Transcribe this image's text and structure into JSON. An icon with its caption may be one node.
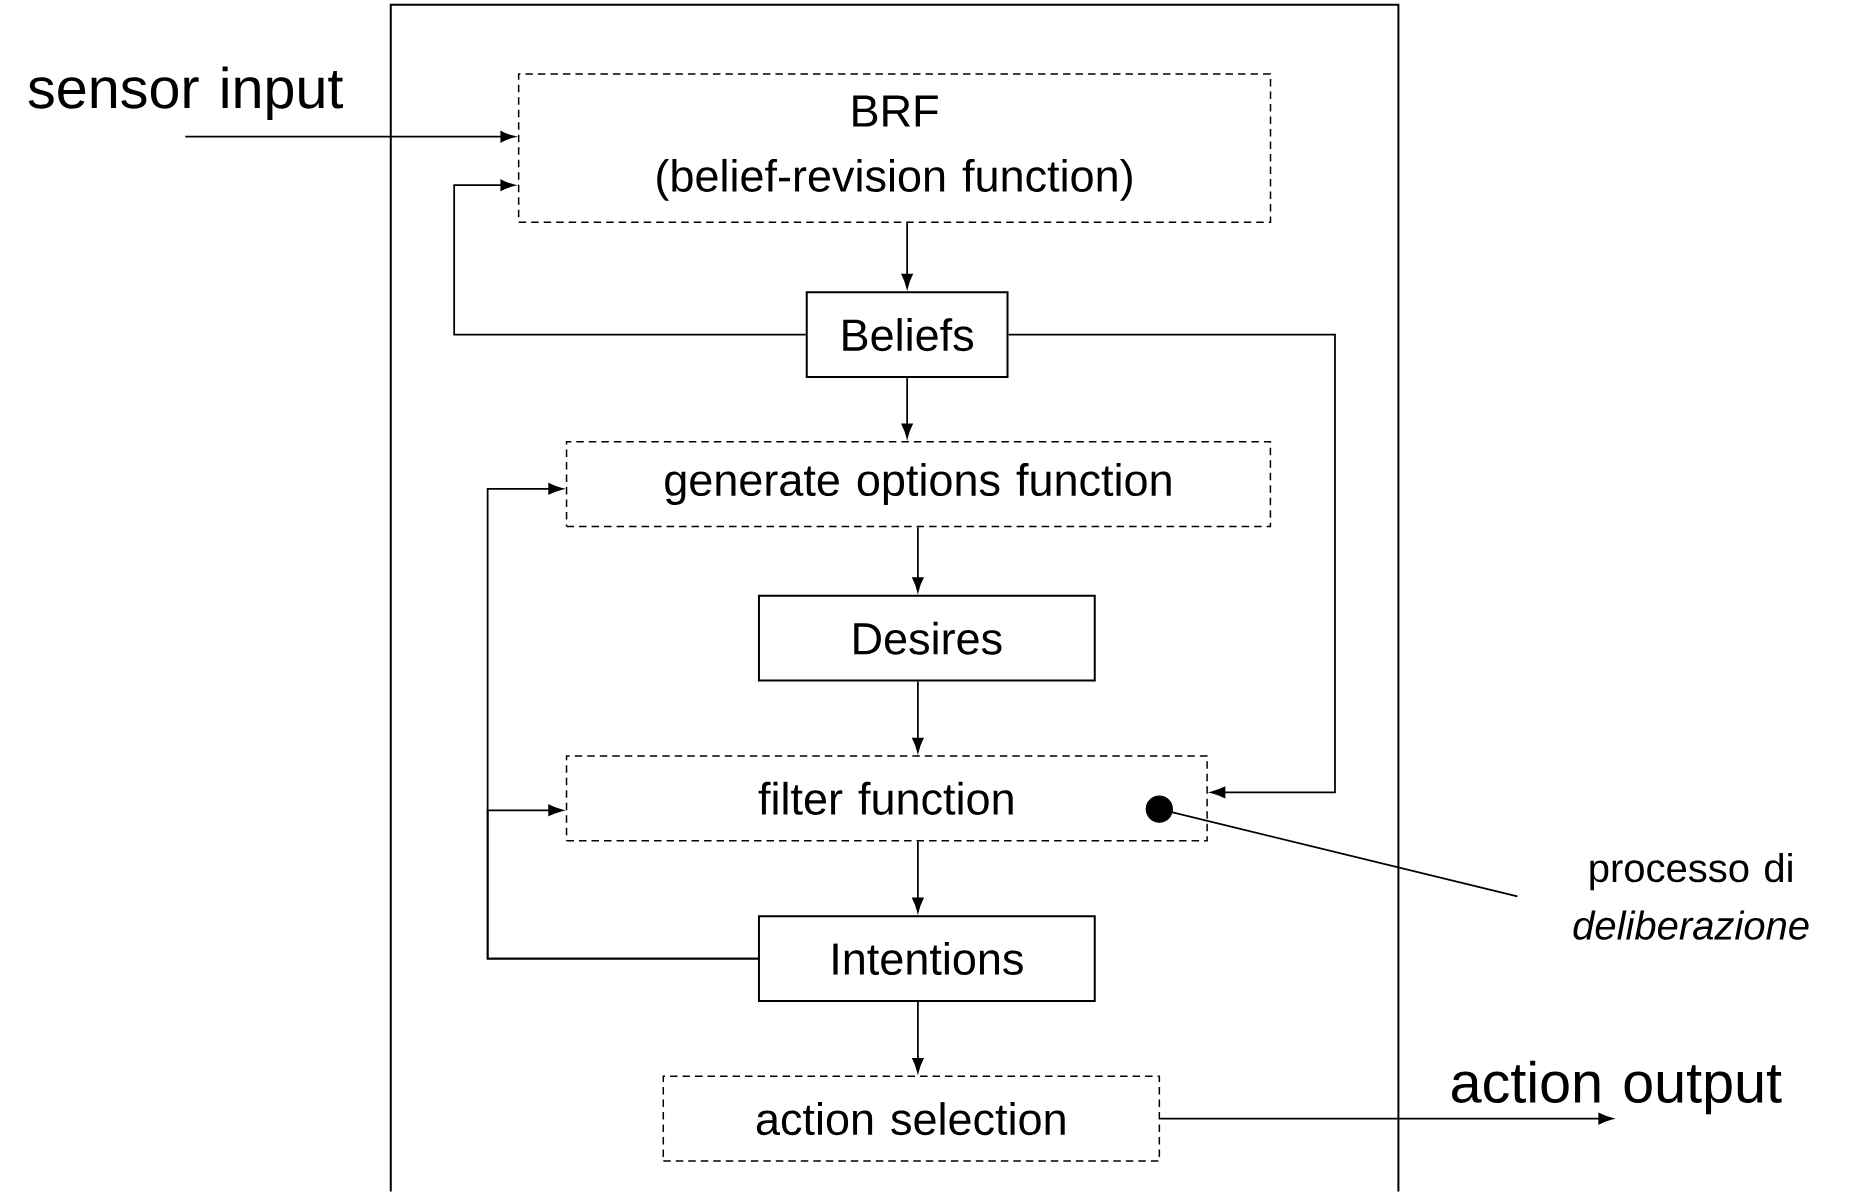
{
  "diagram": {
    "nodes": [
      {
        "text": [],
        "shape": "box"
      },
      {
        "text": [
          "sensor input"
        ]
      },
      {
        "text": [
          "BRF",
          "(belief-revision function)"
        ],
        "in": 0
      },
      {
        "text": [
          "Beliefs"
        ],
        "in": 0
      },
      {
        "text": [
          "generate options function"
        ],
        "in": 0
      },
      {
        "text": [
          "Desires"
        ],
        "in": 0
      },
      {
        "text": [
          "filter function"
        ],
        "in": 0
      },
      {
        "text": [],
        "shape": "circle",
        "in": 6
      },
      {
        "text": [
          "Intentions"
        ],
        "in": 0
      },
      {
        "text": [
          "action selection"
        ],
        "in": 0
      },
      {
        "text": [
          "action output"
        ]
      },
      {
        "text": [
          "processo di *deliberazione*"
        ]
      }
    ],
    "edges": [
      {
        "from": 1,
        "to": 2,
        "arrow": "to"
      },
      {
        "from": 2,
        "to": 3,
        "arrow": "to"
      },
      {
        "from": 3,
        "to": 2,
        "arrow": "to"
      },
      {
        "from": 3,
        "to": 4,
        "arrow": "to"
      },
      {
        "from": 3,
        "to": 6,
        "arrow": "to"
      },
      {
        "from": 4,
        "to": 5,
        "arrow": "to"
      },
      {
        "from": 5,
        "to": 6,
        "arrow": "to"
      },
      {
        "from": 6,
        "to": 8,
        "arrow": "to"
      },
      {
        "from": 8,
        "to": 4,
        "arrow": "to"
      },
      {
        "from": 8,
        "to": 6,
        "arrow": "to"
      },
      {
        "from": 8,
        "to": 9,
        "arrow": "to"
      },
      {
        "from": 9,
        "to": 10,
        "arrow": "to"
      },
      {
        "from": 11,
        "to": 7,
        "arrow": "none"
      }
    ]
  }
}
